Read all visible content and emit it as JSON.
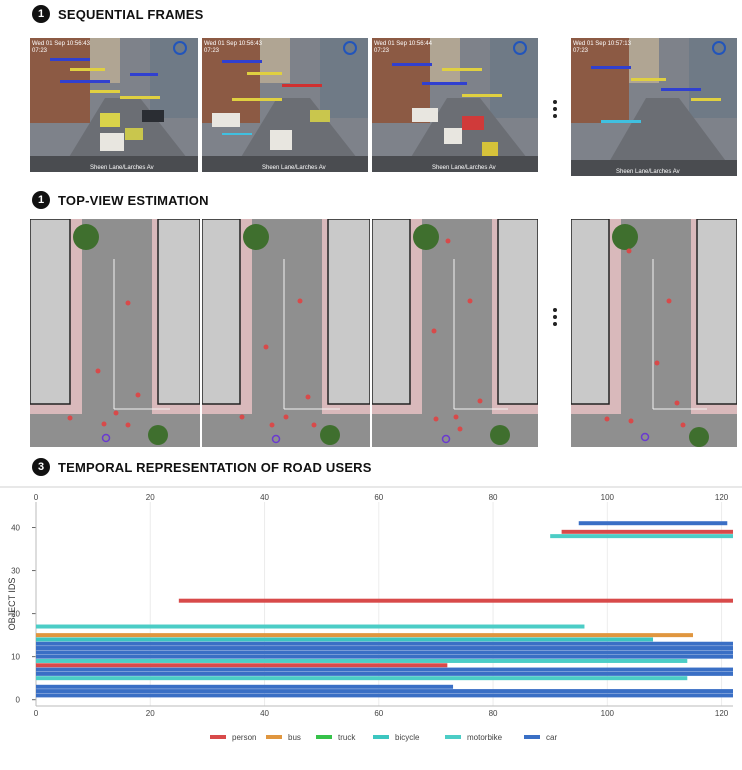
{
  "sections": {
    "s1": {
      "badge": "1",
      "title": "SEQUENTIAL FRAMES"
    },
    "s2": {
      "badge": "1",
      "title": "TOP-VIEW ESTIMATION"
    },
    "s3": {
      "badge": "3",
      "title": "TEMPORAL REPRESENTATION OF ROAD USERS"
    }
  },
  "frames": [
    {
      "timestamp": "Wed 01 Sep 10:56:43",
      "id": "07:23",
      "street": "Sheen Lane/Larches Av"
    },
    {
      "timestamp": "Wed 01 Sep 10:56:43",
      "id": "07:23",
      "street": "Sheen Lane/Larches Av"
    },
    {
      "timestamp": "Wed 01 Sep 10:56:44",
      "id": "07:23",
      "street": "Sheen Lane/Larches Av"
    },
    {
      "timestamp": "Wed 01 Sep 10:57:13",
      "id": "07:23",
      "street": "Sheen Lane/Larches Av"
    }
  ],
  "colors": {
    "person": "#d84a4a",
    "bus": "#e0963f",
    "truck": "#36c24a",
    "bicycle": "#3cc6c0",
    "motorbike": "#4ccdc6",
    "car": "#3a6fc5",
    "sidewalk": "#d9b9bb",
    "road": "#8f8f8f",
    "building": "#c9c9c9"
  },
  "chart_data": {
    "type": "bar",
    "orientation": "horizontal",
    "xlabel": "",
    "ylabel": "OBJECT IDS",
    "xlim": [
      0,
      122
    ],
    "ylim": [
      -1,
      45
    ],
    "xticks": [
      0,
      20,
      40,
      60,
      80,
      100,
      120
    ],
    "yticks": [
      0,
      10,
      20,
      30,
      40
    ],
    "legend_position": "bottom",
    "legend": [
      "person",
      "bus",
      "truck",
      "bicycle",
      "motorbike",
      "car"
    ],
    "bars": [
      {
        "id": 1,
        "class": "car",
        "start": 0,
        "end": 122
      },
      {
        "id": 2,
        "class": "car",
        "start": 0,
        "end": 122
      },
      {
        "id": 3,
        "class": "car",
        "start": 0,
        "end": 73
      },
      {
        "id": 5,
        "class": "motorbike",
        "start": 0,
        "end": 114
      },
      {
        "id": 6,
        "class": "car",
        "start": 0,
        "end": 122
      },
      {
        "id": 7,
        "class": "car",
        "start": 0,
        "end": 122
      },
      {
        "id": 8,
        "class": "person",
        "start": 0,
        "end": 72
      },
      {
        "id": 9,
        "class": "motorbike",
        "start": 0,
        "end": 114
      },
      {
        "id": 10,
        "class": "car",
        "start": 0,
        "end": 122
      },
      {
        "id": 11,
        "class": "car",
        "start": 0,
        "end": 122
      },
      {
        "id": 12,
        "class": "car",
        "start": 0,
        "end": 122
      },
      {
        "id": 13,
        "class": "car",
        "start": 0,
        "end": 122
      },
      {
        "id": 14,
        "class": "bicycle",
        "start": 0,
        "end": 108
      },
      {
        "id": 15,
        "class": "bus",
        "start": 0,
        "end": 115
      },
      {
        "id": 17,
        "class": "motorbike",
        "start": 0,
        "end": 96
      },
      {
        "id": 23,
        "class": "person",
        "start": 25,
        "end": 122
      },
      {
        "id": 38,
        "class": "motorbike",
        "start": 90,
        "end": 122
      },
      {
        "id": 39,
        "class": "person",
        "start": 92,
        "end": 122
      },
      {
        "id": 41,
        "class": "car",
        "start": 95,
        "end": 121
      }
    ]
  }
}
